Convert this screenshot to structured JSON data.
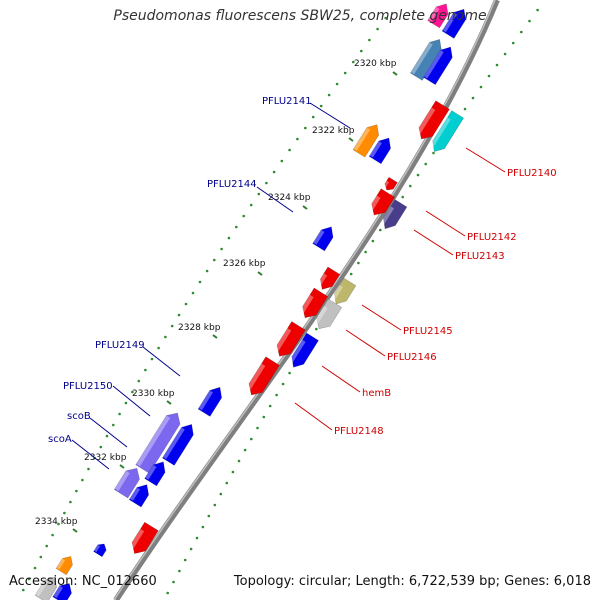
{
  "header": {
    "title": "Pseudomonas fluorescens SBW25, complete genome"
  },
  "footer": {
    "accession": "Accession: NC_012660",
    "summary": "Topology: circular; Length: 6,722,539 bp; Genes: 6,018"
  },
  "colors": {
    "backbone": "#7f7f7f",
    "left_label": "#00008b",
    "right_label": "#cc0000",
    "tick_dot": "#2e8b2e",
    "gene_blue": "#0000ee",
    "gene_red": "#ee0000",
    "gene_purple": "#7b68ee",
    "gene_orange": "#ff8c00",
    "gene_cyan": "#00ced1",
    "gene_steel": "#4682b4",
    "gene_khaki": "#bdb76b",
    "gene_gray": "#c0c0c0",
    "gene_darkslate": "#483d8b",
    "gene_pink": "#ff1493"
  },
  "ticks": [
    "2320 kbp",
    "2322 kbp",
    "2324 kbp",
    "2326 kbp",
    "2328 kbp",
    "2330 kbp",
    "2332 kbp",
    "2334 kbp"
  ],
  "labels": {
    "left": [
      "PFLU2141",
      "PFLU2144",
      "PFLU2149",
      "PFLU2150",
      "scoB",
      "scoA"
    ],
    "right": [
      "PFLU2140",
      "PFLU2142",
      "PFLU2143",
      "PFLU2145",
      "PFLU2146",
      "hemB",
      "PFLU2148"
    ]
  }
}
